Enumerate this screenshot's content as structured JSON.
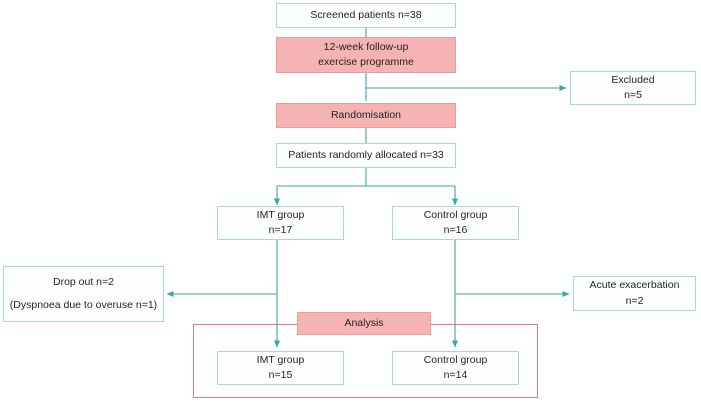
{
  "diagram": {
    "title": "CONSORT participant flow diagram",
    "colors": {
      "box_border": "#a9d7d8",
      "box_fill": "#fdffff",
      "highlight_fill": "#f6b3b3",
      "highlight_border": "#ec9a9a",
      "connector": "#3aa6a6",
      "analysis_frame": "#e8798c",
      "text": "#231f20"
    },
    "nodes": {
      "screened": {
        "lines": [
          "Screened patients n=38"
        ],
        "style": "plain"
      },
      "followup": {
        "lines": [
          "12-week follow-up",
          "exercise programme"
        ],
        "style": "pink"
      },
      "excluded": {
        "lines": [
          "Excluded",
          "n=5"
        ],
        "style": "plain"
      },
      "randomisation": {
        "lines": [
          "Randomisation"
        ],
        "style": "pink"
      },
      "allocated": {
        "lines": [
          "Patients randomly allocated n=33"
        ],
        "style": "plain"
      },
      "imt_alloc": {
        "lines": [
          "IMT group",
          "n=17"
        ],
        "style": "plain"
      },
      "control_alloc": {
        "lines": [
          "Control group",
          "n=16"
        ],
        "style": "plain"
      },
      "dropout": {
        "lines": [
          "Drop out n=2",
          "(Dyspnoea due to overuse n=1)"
        ],
        "style": "plain"
      },
      "acute": {
        "lines": [
          "Acute exacerbation",
          "n=2"
        ],
        "style": "plain"
      },
      "analysis": {
        "lines": [
          "Analysis"
        ],
        "style": "pink"
      },
      "imt_analysis": {
        "lines": [
          "IMT group",
          "n=15"
        ],
        "style": "plain"
      },
      "control_analysis": {
        "lines": [
          "Control group",
          "n=14"
        ],
        "style": "plain"
      }
    }
  }
}
